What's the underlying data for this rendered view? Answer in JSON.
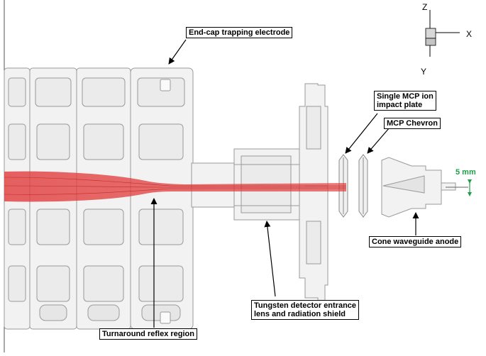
{
  "axes": {
    "z": "Z",
    "x": "X",
    "y": "Y"
  },
  "scale_bar": {
    "text": "5 mm",
    "color": "#1e9e4a"
  },
  "beam_color": "#e23c3c",
  "labels": {
    "endcap": "End-cap trapping electrode",
    "mcp_plate_line1": "Single MCP ion",
    "mcp_plate_line2": "impact plate",
    "mcp_chevron": "MCP Chevron",
    "cone_anode": "Cone waveguide anode",
    "tungsten_line1": "Tungsten detector entrance",
    "tungsten_line2": "lens and radiation shield",
    "turnaround": "Turnaround reflex region"
  }
}
